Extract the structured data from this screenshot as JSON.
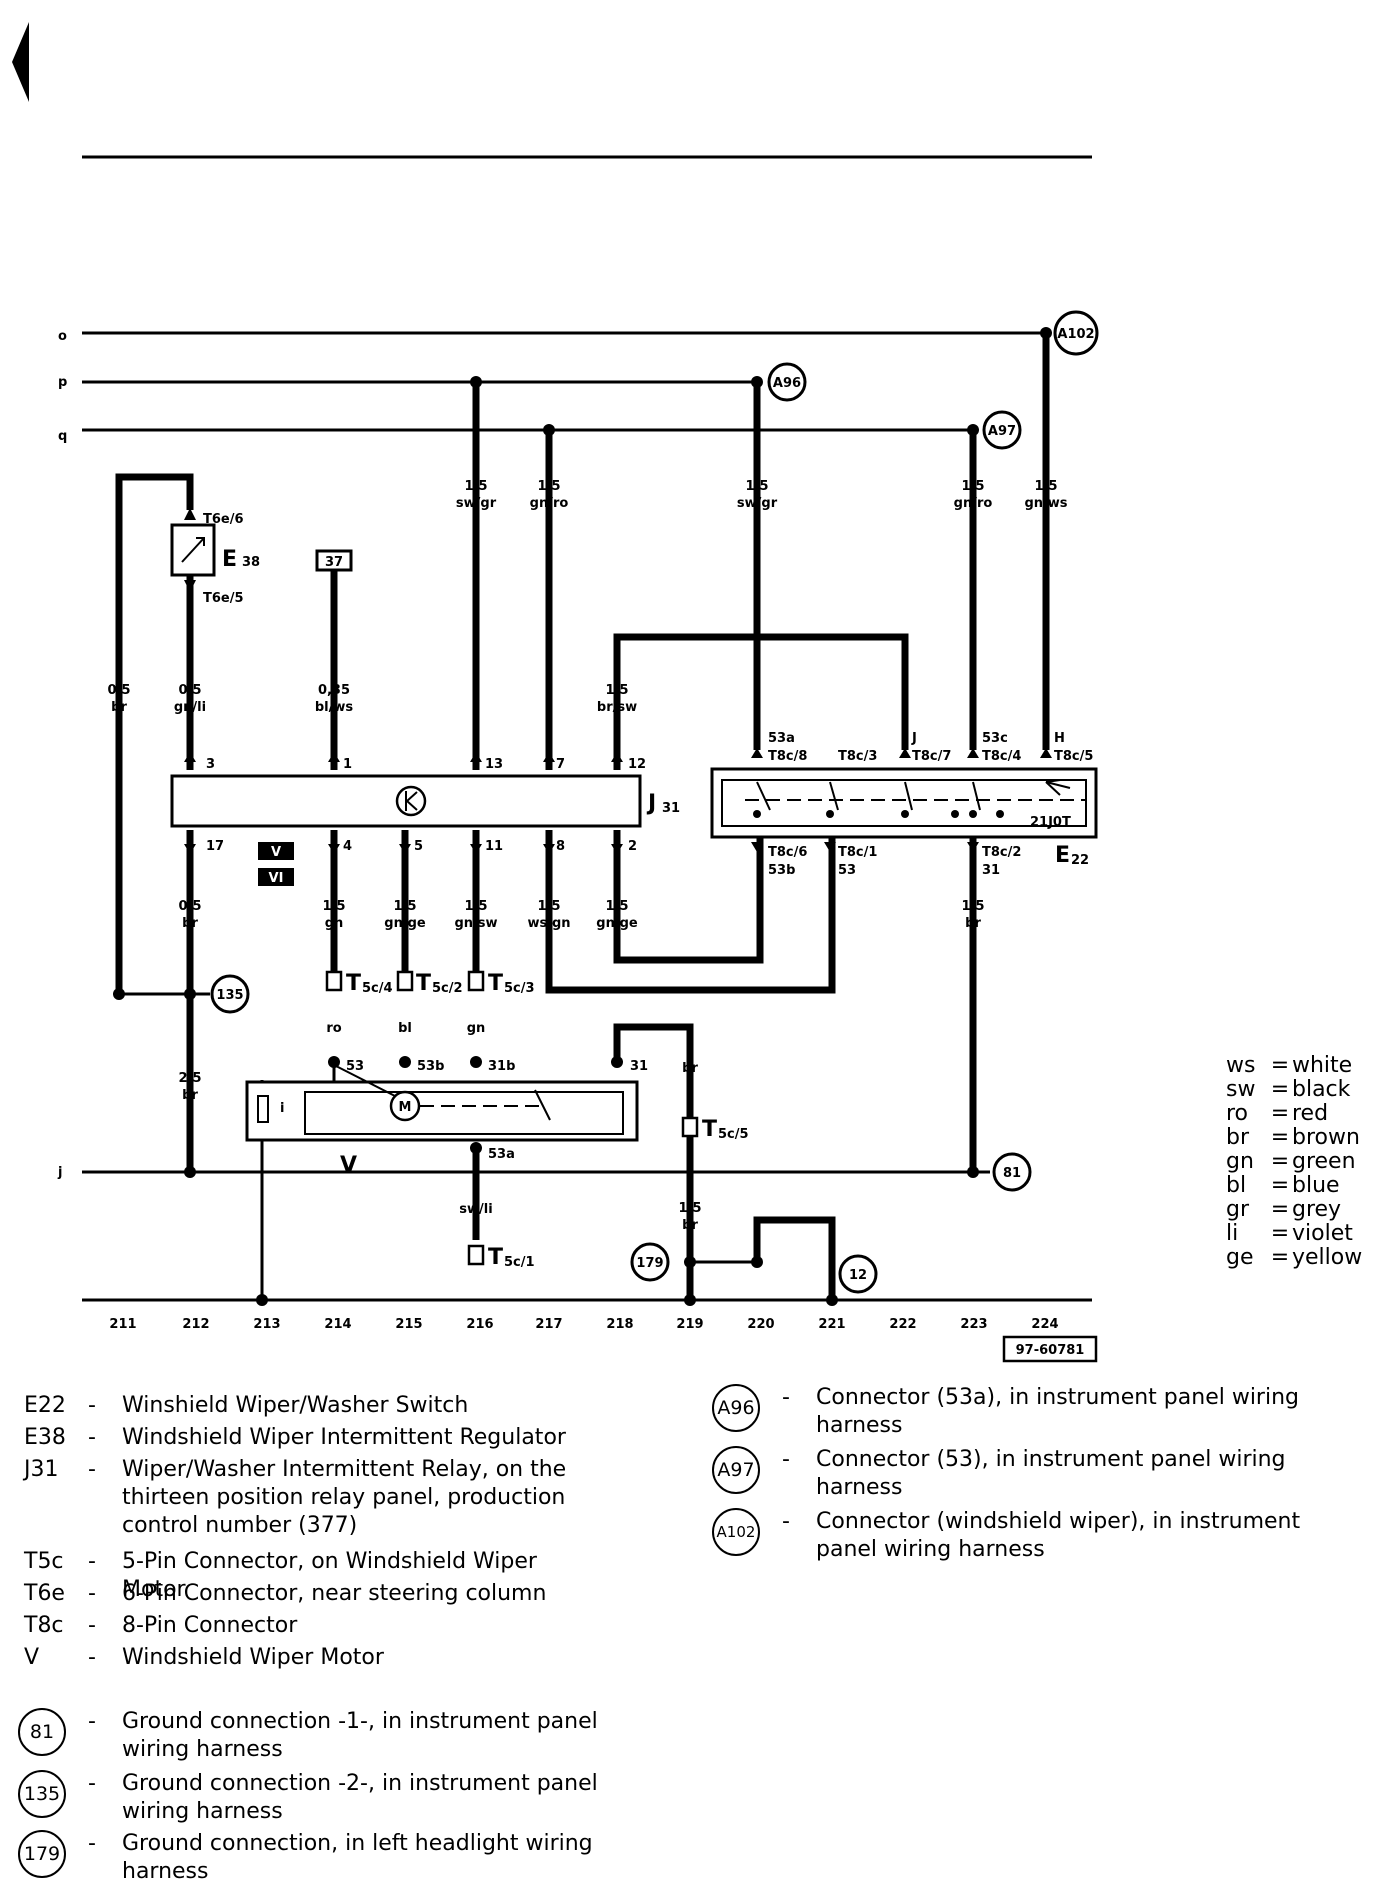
{
  "rails": [
    {
      "label": "o"
    },
    {
      "label": "p"
    },
    {
      "label": "q"
    },
    {
      "label": "j"
    }
  ],
  "components": {
    "relay": {
      "code": "J",
      "sub": "31",
      "pins_top": [
        "3",
        "1",
        "13",
        "7",
        "12"
      ],
      "pins_bottom": [
        "17",
        "4",
        "5",
        "11",
        "8",
        "2"
      ],
      "badges": [
        "V",
        "VI"
      ]
    },
    "switch": {
      "code": "E",
      "sub": "22",
      "tag": "21J0T",
      "top_pins": [
        "53a",
        "T8c/8",
        "T8c/3",
        "J",
        "T8c/7",
        "53c",
        "T8c/4",
        "H",
        "T8c/5"
      ],
      "bottom_pins": [
        "T8c/6",
        "53b",
        "T8c/1",
        "53",
        "T8c/2",
        "31"
      ]
    },
    "regulator": {
      "code": "E",
      "sub": "38",
      "pin_top": "T6e/6",
      "pin_bottom": "T6e/5"
    },
    "motor": {
      "code": "V",
      "motor_label": "M",
      "fuse_label": "i",
      "terminals": [
        "53",
        "53b",
        "31b",
        "31",
        "53a"
      ]
    },
    "connector_37": "37",
    "t5c": [
      {
        "code": "T",
        "sub": "5c/4"
      },
      {
        "code": "T",
        "sub": "5c/2"
      },
      {
        "code": "T",
        "sub": "5c/3"
      },
      {
        "code": "T",
        "sub": "5c/5"
      },
      {
        "code": "T",
        "sub": "5c/1"
      }
    ]
  },
  "wire_labels": [
    {
      "gauge": "1,5",
      "color": "sw/gr"
    },
    {
      "gauge": "1,5",
      "color": "gn/ro"
    },
    {
      "gauge": "1,5",
      "color": "sw/gr"
    },
    {
      "gauge": "1,5",
      "color": "gn/ro"
    },
    {
      "gauge": "1,5",
      "color": "gn/ws"
    },
    {
      "gauge": "0,5",
      "color": "br"
    },
    {
      "gauge": "0,5",
      "color": "gn/li"
    },
    {
      "gauge": "0,35",
      "color": "bl/ws"
    },
    {
      "gauge": "1,5",
      "color": "br/sw"
    },
    {
      "gauge": "0,5",
      "color": "br"
    },
    {
      "gauge": "1,5",
      "color": "gn"
    },
    {
      "gauge": "1,5",
      "color": "gn/ge"
    },
    {
      "gauge": "1,5",
      "color": "gn/sw"
    },
    {
      "gauge": "1,5",
      "color": "ws/gn"
    },
    {
      "gauge": "1,5",
      "color": "gn/ge"
    },
    {
      "gauge": "1,5",
      "color": "br"
    },
    {
      "gauge": "2,5",
      "color": "br"
    },
    {
      "gauge": "1,5",
      "color": "br"
    },
    {
      "gauge": "",
      "color": "sw/li"
    }
  ],
  "short_labels": [
    "ro",
    "bl",
    "gn",
    "br"
  ],
  "grounds": [
    "135",
    "81",
    "179",
    "12"
  ],
  "connectors": [
    "A102",
    "A96",
    "A97"
  ],
  "columns": [
    "211",
    "212",
    "213",
    "214",
    "215",
    "216",
    "217",
    "218",
    "219",
    "220",
    "221",
    "222",
    "223",
    "224"
  ],
  "figure_id": "97-60781",
  "color_key": [
    {
      "code": "ws",
      "name": "white"
    },
    {
      "code": "sw",
      "name": "black"
    },
    {
      "code": "ro",
      "name": "red"
    },
    {
      "code": "br",
      "name": "brown"
    },
    {
      "code": "gn",
      "name": "green"
    },
    {
      "code": "bl",
      "name": "blue"
    },
    {
      "code": "gr",
      "name": "grey"
    },
    {
      "code": "li",
      "name": "violet"
    },
    {
      "code": "ge",
      "name": "yellow"
    }
  ],
  "legend": [
    {
      "code": "E22",
      "desc": "Winshield Wiper/Washer Switch"
    },
    {
      "code": "E38",
      "desc": "Windshield Wiper Intermittent Regulator"
    },
    {
      "code": "J31",
      "desc": "Wiper/Washer Intermittent Relay, on the thirteen position relay panel, production control number (377)"
    },
    {
      "code": "T5c",
      "desc": "5-Pin Connector, on Windshield Wiper Motor"
    },
    {
      "code": "T6e",
      "desc": "6-Pin Connector, near steering column"
    },
    {
      "code": "T8c",
      "desc": "8-Pin Connector"
    },
    {
      "code": "V",
      "desc": "Windshield Wiper Motor"
    }
  ],
  "ground_legend": [
    {
      "code": "81",
      "desc": "Ground connection -1-, in instrument panel wiring harness"
    },
    {
      "code": "135",
      "desc": "Ground connection -2-, in instrument panel wiring harness"
    },
    {
      "code": "179",
      "desc": "Ground connection, in left headlight wiring harness"
    }
  ],
  "connector_legend": [
    {
      "code": "A96",
      "desc": "Connector (53a), in instrument panel wiring harness"
    },
    {
      "code": "A97",
      "desc": "Connector (53), in instrument panel wiring harness"
    },
    {
      "code": "A102",
      "desc": "Connector (windshield wiper), in instrument panel wiring harness"
    }
  ]
}
